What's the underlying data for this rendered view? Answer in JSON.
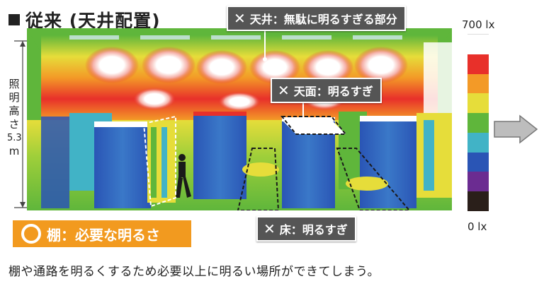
{
  "title": "従来 (天井配置)",
  "height_label": [
    "照",
    "明",
    "高",
    "さ",
    "5.3",
    "m"
  ],
  "tags": {
    "ceiling": "天井：無駄に明るすぎる部分",
    "top": "天面：明るすぎ",
    "floor": "床：明るすぎ",
    "x_mark": "✕"
  },
  "shelf_callout": "棚：必要な明るさ",
  "scale": {
    "max_label": "700 lx",
    "min_label": "0 lx",
    "colors": [
      "#ffffff",
      "#e8302a",
      "#f39a27",
      "#e6dd3a",
      "#5fb63b",
      "#41b3c6",
      "#2a55b5",
      "#6b2c91",
      "#2a1f1a"
    ]
  },
  "caption": "棚や通路を明るくするため必要以上に明るい場所ができてしまう。",
  "colors": {
    "tag_bg": "#555555",
    "callout_bg": "#f29a1f"
  }
}
